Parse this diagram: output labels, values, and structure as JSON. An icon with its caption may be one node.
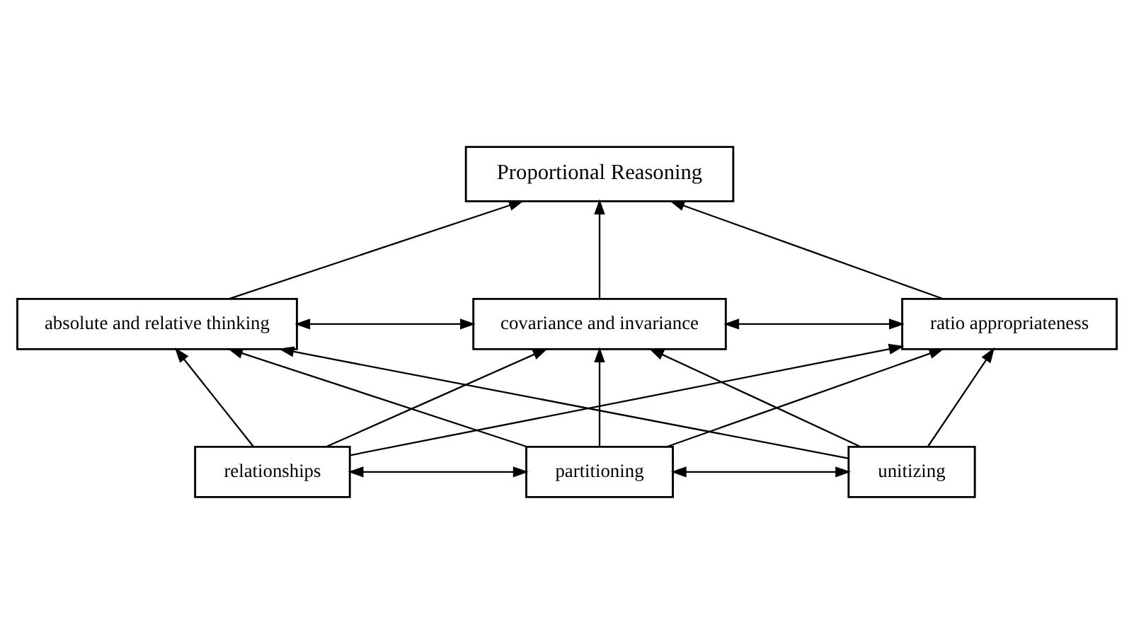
{
  "diagram": {
    "nodes": [
      {
        "text": [
          "Proportional Reasoning"
        ]
      },
      {
        "text": [
          "absolute and relative thinking"
        ]
      },
      {
        "text": [
          "covariance and invariance"
        ]
      },
      {
        "text": [
          "ratio appropriateness"
        ]
      },
      {
        "text": [
          "relationships"
        ]
      },
      {
        "text": [
          "partitioning"
        ]
      },
      {
        "text": [
          "unitizing"
        ]
      }
    ],
    "edges": [
      {
        "from": 1,
        "to": 0,
        "arrow": "to"
      },
      {
        "from": 2,
        "to": 0,
        "arrow": "to"
      },
      {
        "from": 3,
        "to": 0,
        "arrow": "to"
      },
      {
        "from": 1,
        "to": 2,
        "arrow": "both"
      },
      {
        "from": 2,
        "to": 3,
        "arrow": "both"
      },
      {
        "from": 4,
        "to": 1,
        "arrow": "to"
      },
      {
        "from": 4,
        "to": 2,
        "arrow": "to"
      },
      {
        "from": 4,
        "to": 3,
        "arrow": "to"
      },
      {
        "from": 5,
        "to": 1,
        "arrow": "to"
      },
      {
        "from": 5,
        "to": 2,
        "arrow": "to"
      },
      {
        "from": 5,
        "to": 3,
        "arrow": "to"
      },
      {
        "from": 6,
        "to": 1,
        "arrow": "to"
      },
      {
        "from": 6,
        "to": 2,
        "arrow": "to"
      },
      {
        "from": 6,
        "to": 3,
        "arrow": "to"
      },
      {
        "from": 4,
        "to": 5,
        "arrow": "both"
      },
      {
        "from": 5,
        "to": 6,
        "arrow": "both"
      }
    ]
  }
}
